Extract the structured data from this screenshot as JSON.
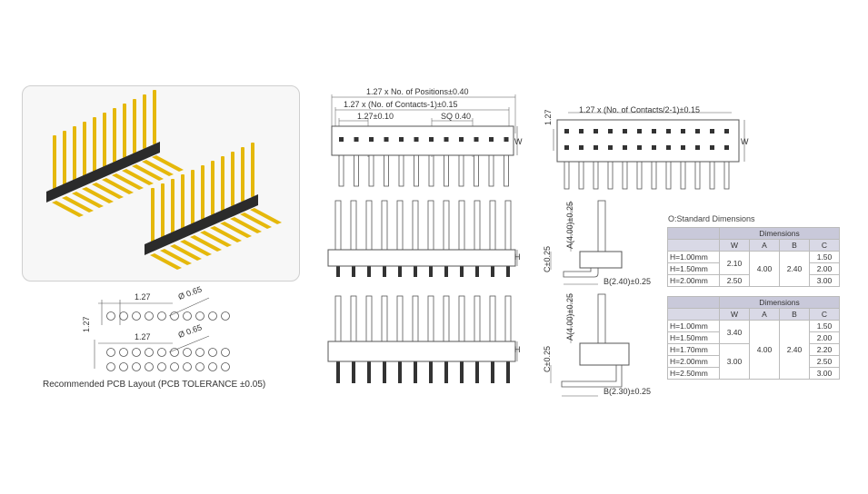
{
  "colors": {
    "gold": "#e5b80b",
    "housing": "#2b2b2b",
    "line": "#555555",
    "table_header": "#c9c9da"
  },
  "pcb": {
    "pitch_top": "1.27",
    "dia_top": "Ø 0.65",
    "row_spacing": "1.27",
    "pitch_bottom": "1.27",
    "dia_bottom": "Ø 0.65",
    "caption": "Recommended PCB Layout (PCB TOLERANCE ±0.05)"
  },
  "top_view": {
    "dim_positions": "1.27 x No. of Positions±0.40",
    "dim_contacts": "1.27 x (No. of Contacts-1)±0.15",
    "dim_pitch": "1.27±0.10",
    "dim_sq": "SQ 0.40",
    "w_label": "W"
  },
  "side_view_1": {
    "h_label": "H"
  },
  "side_view_2": {
    "h_label": "H"
  },
  "dual_top": {
    "dim_pitch": "1.27",
    "dim_contacts": "1.27 x (No. of Contacts/2-1)±0.15",
    "w_label": "W"
  },
  "profile_1": {
    "a_label": "A(4.00)±0.25",
    "c_label": "C±0.25",
    "b_label": "B(2.40)±0.25"
  },
  "profile_2": {
    "a_label": "A(4.00)±0.25",
    "c_label": "C±0.25",
    "b_label": "B(2.30)±0.25"
  },
  "standard_dimensions_title": "O:Standard Dimensions",
  "table1": {
    "title": "Dimensions",
    "headers": [
      "W",
      "A",
      "B",
      "C"
    ],
    "rows": [
      {
        "h": "H=1.00mm",
        "c": "1.50"
      },
      {
        "h": "H=1.50mm",
        "c": "2.00"
      },
      {
        "h": "H=2.00mm",
        "c": "3.00"
      }
    ],
    "w_first": "2.10",
    "w_last": "2.50",
    "a": "4.00",
    "b": "2.40"
  },
  "table2": {
    "title": "Dimensions",
    "headers": [
      "W",
      "A",
      "B",
      "C"
    ],
    "rows": [
      {
        "h": "H=1.00mm",
        "c": "1.50"
      },
      {
        "h": "H=1.50mm",
        "c": "2.00"
      },
      {
        "h": "H=1.70mm",
        "c": "2.20"
      },
      {
        "h": "H=2.00mm",
        "c": "2.50"
      },
      {
        "h": "H=2.50mm",
        "c": "3.00"
      }
    ],
    "w_first": "3.40",
    "w_last": "3.00",
    "a": "4.00",
    "b": "2.40"
  }
}
